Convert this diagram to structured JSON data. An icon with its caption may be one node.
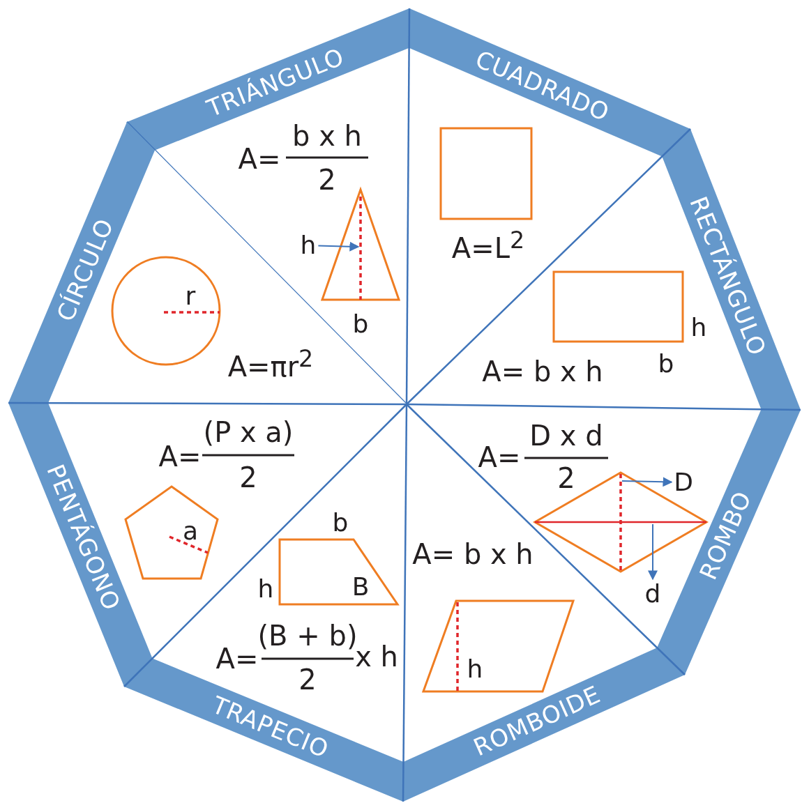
{
  "diagram": {
    "nodes": [
      {
        "text": [
          "TRIÁNGULO",
          "A=",
          "b x h",
          "2"
        ]
      },
      {
        "text": [
          "CUADRADO",
          "A=L$^{2}$"
        ]
      },
      {
        "text": [
          "RECTÁNGULO",
          "A= b x h"
        ]
      },
      {
        "text": [
          "ROMBO",
          "A=",
          "D x d",
          "2"
        ]
      },
      {
        "text": [
          "ROMBOIDE",
          "A= b x h"
        ]
      },
      {
        "text": [
          "TRAPECIO",
          "A=",
          "(B + b)",
          "2",
          "x h"
        ]
      },
      {
        "text": [
          "PENTÁGONO",
          "A=",
          "(P x a)",
          "2"
        ]
      },
      {
        "text": [
          "CÍRCULO",
          "A=πr$^{2}$"
        ]
      },
      {
        "text": [
          "h"
        ],
        "in": 0
      },
      {
        "text": [
          "D"
        ],
        "in": 3
      },
      {
        "text": [
          "d"
        ],
        "in": 3
      }
    ],
    "edges": [
      {
        "from": 8,
        "to": null,
        "arrow": "to"
      },
      {
        "from": null,
        "to": 9,
        "arrow": "to"
      },
      {
        "from": null,
        "to": 10,
        "arrow": "to"
      }
    ],
    "labels": [
      "b",
      "h",
      "b",
      "r",
      "a",
      "b",
      "h",
      "B",
      "h"
    ]
  }
}
